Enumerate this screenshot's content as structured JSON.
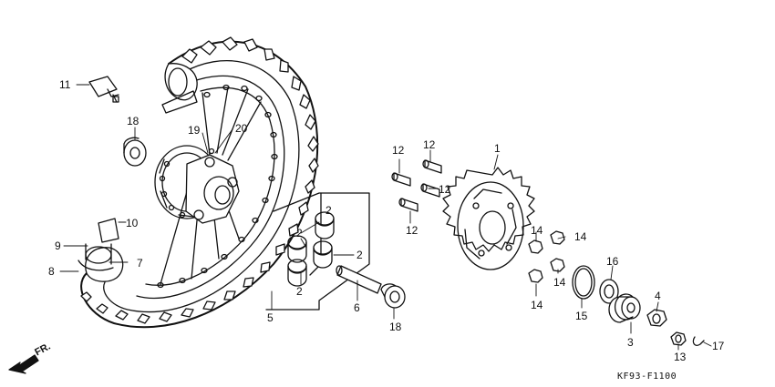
{
  "diagram": {
    "drawing_code": "KF93-F1100",
    "direction_label": "FR.",
    "callouts": {
      "c1": "1",
      "c2a": "2",
      "c2b": "2",
      "c2c": "2",
      "c2d": "2",
      "c3": "3",
      "c4": "4",
      "c5": "5",
      "c6": "6",
      "c7": "7",
      "c8": "8",
      "c9": "9",
      "c10": "10",
      "c11": "11",
      "c12a": "12",
      "c12b": "12",
      "c12c": "12",
      "c12d": "12",
      "c13": "13",
      "c14a": "14",
      "c14b": "14",
      "c14c": "14",
      "c14d": "14",
      "c15": "15",
      "c16": "16",
      "c17": "17",
      "c18a": "18",
      "c18b": "18",
      "c19": "19",
      "c20": "20"
    }
  }
}
